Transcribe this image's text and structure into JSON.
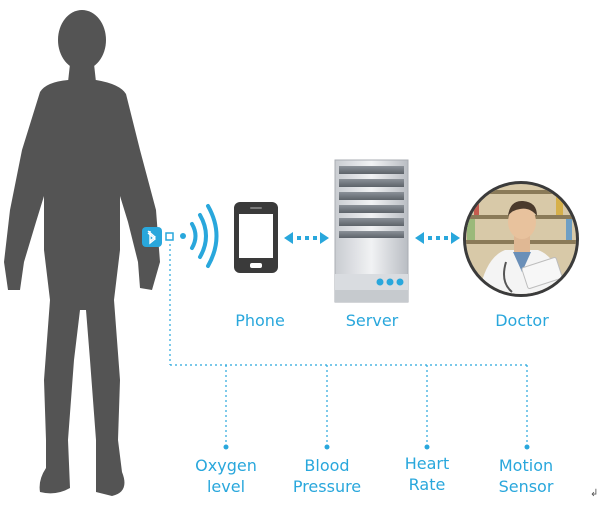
{
  "nodes": {
    "phone": "Phone",
    "server": "Server",
    "doctor": "Doctor"
  },
  "sensors": [
    {
      "line1": "Oxygen",
      "line2": "level"
    },
    {
      "line1": "Blood",
      "line2": "Pressure"
    },
    {
      "line1": "Heart",
      "line2": "Rate"
    },
    {
      "line1": "Motion",
      "line2": "Sensor"
    }
  ],
  "icons": {
    "bluetooth": "bluetooth-icon",
    "wireless": "wireless-signal-icon",
    "phone": "smartphone-icon",
    "server": "server-icon",
    "doctor": "doctor-photo"
  },
  "colors": {
    "accent": "#29a7dc",
    "silhouette": "#545454",
    "dark_device": "#3a3a3a"
  },
  "corner_mark": "↲"
}
